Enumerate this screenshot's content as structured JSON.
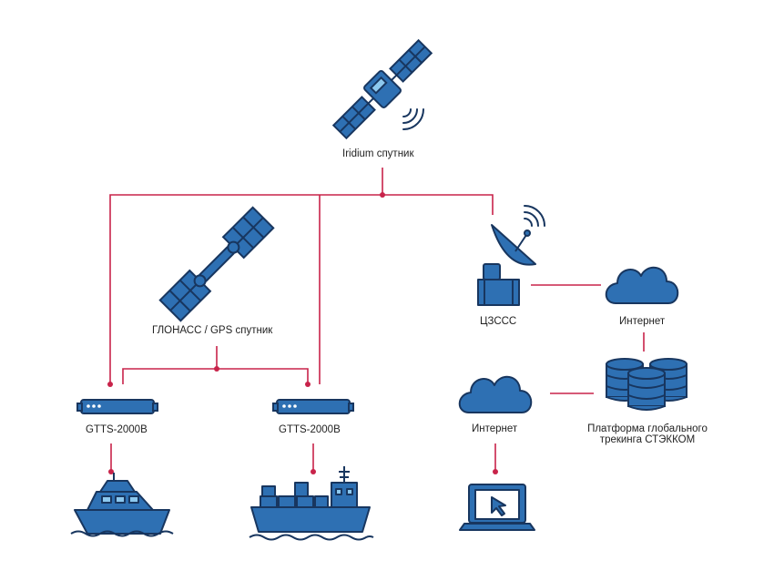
{
  "colors": {
    "line": "#c8234a",
    "icon_fill": "#2e70b3",
    "icon_dark": "#18365f",
    "icon_light": "#8cc8ee",
    "text": "#222222"
  },
  "nodes": {
    "iridium": {
      "label": "Iridium спутник",
      "icon": "satellite-icon"
    },
    "glonass": {
      "label": "ГЛОНАСС / GPS спутник",
      "icon": "satellite-icon"
    },
    "ground_station": {
      "label": "ЦЗССС",
      "icon": "satellite-dish-icon"
    },
    "internet_top": {
      "label": "Интернет",
      "icon": "cloud-icon"
    },
    "platform": {
      "label_line1": "Платформа глобального",
      "label_line2": "трекинга СТЭККОМ",
      "icon": "database-icon"
    },
    "internet_bottom": {
      "label": "Интернет",
      "icon": "cloud-icon"
    },
    "terminal_left": {
      "label": "GTTS-2000B",
      "icon": "tracker-device-icon"
    },
    "terminal_right": {
      "label": "GTTS-2000B",
      "icon": "tracker-device-icon"
    },
    "yacht": {
      "icon": "yacht-icon"
    },
    "cargo_ship": {
      "icon": "cargo-ship-icon"
    },
    "laptop": {
      "icon": "laptop-icon"
    }
  }
}
